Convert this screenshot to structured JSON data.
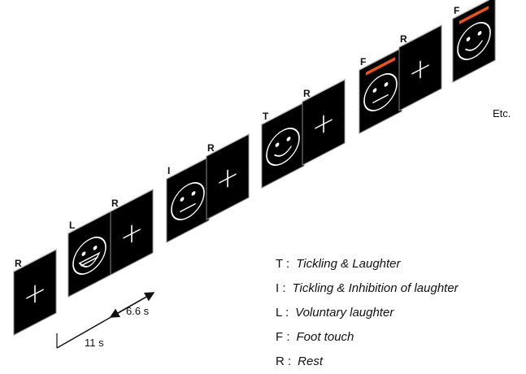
{
  "panels": [
    {
      "letter": "R",
      "type": "cross"
    },
    {
      "letter": "L",
      "type": "laugh"
    },
    {
      "letter": "R",
      "type": "cross"
    },
    {
      "letter": "I",
      "type": "neutral"
    },
    {
      "letter": "R",
      "type": "cross"
    },
    {
      "letter": "T",
      "type": "smile"
    },
    {
      "letter": "R",
      "type": "cross"
    },
    {
      "letter": "F",
      "type": "neutral",
      "bar": true
    },
    {
      "letter": "R",
      "type": "cross"
    },
    {
      "letter": "F",
      "type": "smile",
      "bar": true
    }
  ],
  "dimensions": {
    "interval_long": "11 s",
    "interval_short": "6.6 s"
  },
  "etc_label": "Etc.",
  "legend": [
    {
      "key": "T :",
      "desc": "Tickling & Laughter"
    },
    {
      "key": "I :",
      "desc": "Tickling & Inhibition of laughter"
    },
    {
      "key": "L :",
      "desc": "Voluntary laughter"
    },
    {
      "key": "F :",
      "desc": "Foot touch"
    },
    {
      "key": "R :",
      "desc": "Rest"
    }
  ],
  "colors": {
    "panel": "#000000",
    "panel_edge": "#888888",
    "stroke": "#ffffff",
    "foot_bar": "#e8541e",
    "text": "#111111"
  }
}
